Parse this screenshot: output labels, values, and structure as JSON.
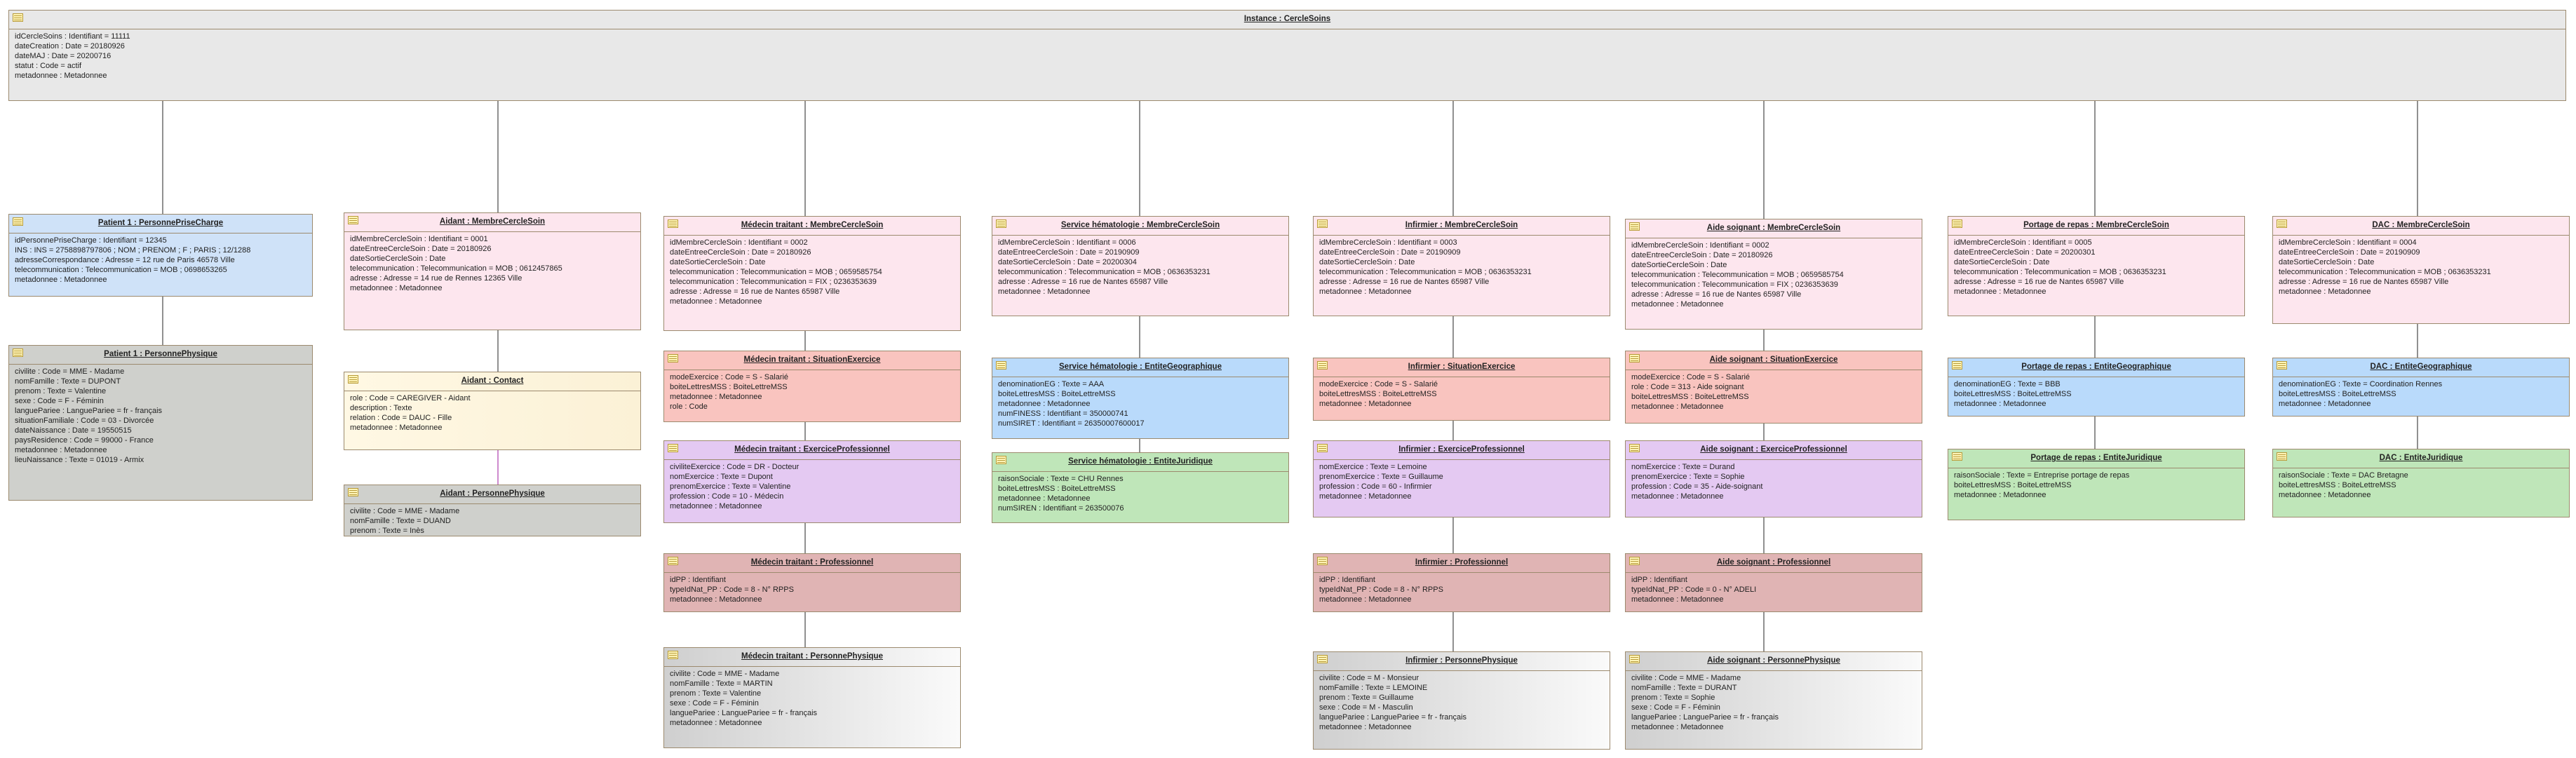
{
  "boxes": [
    {
      "title": "Instance : CercleSoins",
      "attrs": [
        "idCercleSoins : Identifiant = 11111",
        "dateCreation : Date = 20180926",
        "dateMAJ : Date = 20200716",
        "statut : Code = actif",
        "metadonnee : Metadonnee"
      ]
    },
    {
      "title": "Patient 1 : PersonnePriseCharge",
      "attrs": [
        "idPersonnePriseCharge : Identifiant = 12345",
        "INS : INS = 2758898797806 ; NOM ; PRENOM ; F ; PARIS ; 12/1288",
        "adresseCorrespondance : Adresse = 12 rue de Paris 46578 Ville",
        "telecommunication : Telecommunication = MOB ; 0698653265",
        "metadonnee : Metadonnee"
      ]
    },
    {
      "title": "Patient 1 : PersonnePhysique",
      "attrs": [
        "civilite : Code = MME - Madame",
        "nomFamille : Texte = DUPONT",
        "prenom : Texte = Valentine",
        "sexe : Code = F - Féminin",
        "languePariee : LanguePariee = fr - français",
        "situationFamiliale : Code = 03 - Divorcée",
        "dateNaissance : Date = 19550515",
        "paysResidence : Code = 99000 - France",
        "metadonnee : Metadonnee",
        "lieuNaissance : Texte = 01019 - Armix"
      ]
    },
    {
      "title": "Aidant : MembreCercleSoin",
      "attrs": [
        "idMembreCercleSoin : Identifiant = 0001",
        "dateEntreeCercleSoin : Date = 20180926",
        "dateSortieCercleSoin : Date",
        "telecommunication : Telecommunication = MOB ; 0612457865",
        "adresse : Adresse = 14 rue de Rennes 12365 Ville",
        "metadonnee : Metadonnee"
      ]
    },
    {
      "title": "Aidant : Contact",
      "attrs": [
        "role : Code = CAREGIVER - Aidant",
        "description : Texte",
        "relation : Code = DAUC - Fille",
        "metadonnee : Metadonnee"
      ]
    },
    {
      "title": "Aidant : PersonnePhysique",
      "attrs": [
        "civilite : Code = MME - Madame",
        "nomFamille : Texte = DUAND",
        "prenom : Texte = Inès"
      ]
    },
    {
      "title": "Médecin traitant : MembreCercleSoin",
      "attrs": [
        "idMembreCercleSoin : Identifiant = 0002",
        "dateEntreeCercleSoin : Date = 20180926",
        "dateSortieCercleSoin : Date",
        "telecommunication : Telecommunication = MOB ; 0659585754",
        "telecommunication : Telecommunication = FIX ; 0236353639",
        "adresse : Adresse = 16 rue de Nantes 65987 Ville",
        "metadonnee : Metadonnee"
      ]
    },
    {
      "title": "Médecin traitant : SituationExercice",
      "attrs": [
        "modeExercice : Code = S - Salarié",
        "boiteLettresMSS : BoiteLettreMSS",
        "metadonnee : Metadonnee",
        "role : Code"
      ]
    },
    {
      "title": "Médecin traitant : ExerciceProfessionnel",
      "attrs": [
        "civiliteExercice : Code = DR - Docteur",
        "nomExercice : Texte = Dupont",
        "prenomExercice : Texte = Valentine",
        "profession : Code = 10 - Médecin",
        "metadonnee : Metadonnee"
      ]
    },
    {
      "title": "Médecin traitant : Professionnel",
      "attrs": [
        "idPP : Identifiant",
        "typeIdNat_PP : Code = 8 - N° RPPS",
        "metadonnee : Metadonnee"
      ]
    },
    {
      "title": "Médecin traitant : PersonnePhysique",
      "attrs": [
        "civilite : Code = MME - Madame",
        "nomFamille : Texte = MARTIN",
        "prenom : Texte = Valentine",
        "sexe : Code = F - Féminin",
        "languePariee : LanguePariee = fr - français",
        "metadonnee : Metadonnee"
      ]
    },
    {
      "title": "Service hématologie : MembreCercleSoin",
      "attrs": [
        "idMembreCercleSoin : Identifiant = 0006",
        "dateEntreeCercleSoin : Date = 20190909",
        "dateSortieCercleSoin : Date = 20200304",
        "telecommunication : Telecommunication = MOB ; 0636353231",
        "adresse : Adresse = 16 rue de Nantes 65987 Ville",
        "metadonnee : Metadonnee"
      ]
    },
    {
      "title": "Service hématologie : EntiteGeographique",
      "attrs": [
        "denominationEG : Texte = AAA",
        "boiteLettresMSS : BoiteLettreMSS",
        "metadonnee : Metadonnee",
        "numFINESS : Identifiant = 350000741",
        "numSIRET : Identifiant = 26350007600017"
      ]
    },
    {
      "title": "Service hématologie : EntiteJuridique",
      "attrs": [
        "raisonSociale : Texte = CHU Rennes",
        "boiteLettresMSS : BoiteLettreMSS",
        "metadonnee : Metadonnee",
        "numSIREN : Identifiant = 263500076"
      ]
    },
    {
      "title": "Infirmier : MembreCercleSoin",
      "attrs": [
        "idMembreCercleSoin : Identifiant = 0003",
        "dateEntreeCercleSoin : Date = 20190909",
        "dateSortieCercleSoin : Date",
        "telecommunication : Telecommunication = MOB ; 0636353231",
        "adresse : Adresse = 16 rue de Nantes 65987 Ville",
        "metadonnee : Metadonnee"
      ]
    },
    {
      "title": "Infirmier : SituationExercice",
      "attrs": [
        "modeExercice : Code = S - Salarié",
        "boiteLettresMSS : BoiteLettreMSS",
        "metadonnee : Metadonnee"
      ]
    },
    {
      "title": "Infirmier : ExerciceProfessionnel",
      "attrs": [
        "nomExercice : Texte = Lemoine",
        "prenomExercice : Texte = Guillaume",
        "profession : Code = 60 - Infirmier",
        "metadonnee : Metadonnee"
      ]
    },
    {
      "title": "Infirmier : Professionnel",
      "attrs": [
        "idPP : Identifiant",
        "typeIdNat_PP : Code = 8 - N° RPPS",
        "metadonnee : Metadonnee"
      ]
    },
    {
      "title": "Infirmier : PersonnePhysique",
      "attrs": [
        "civilite : Code = M - Monsieur",
        "nomFamille : Texte = LEMOINE",
        "prenom : Texte = Guillaume",
        "sexe : Code = M - Masculin",
        "languePariee : LanguePariee = fr - français",
        "metadonnee : Metadonnee"
      ]
    },
    {
      "title": "Aide soignant : MembreCercleSoin",
      "attrs": [
        "idMembreCercleSoin : Identifiant = 0002",
        "dateEntreeCercleSoin : Date = 20180926",
        "dateSortieCercleSoin : Date",
        "telecommunication : Telecommunication = MOB ; 0659585754",
        "telecommunication : Telecommunication = FIX ; 0236353639",
        "adresse : Adresse = 16 rue de Nantes 65987 Ville",
        "metadonnee : Metadonnee"
      ]
    },
    {
      "title": "Aide soignant : SituationExercice",
      "attrs": [
        "modeExercice : Code = S - Salarié",
        "role : Code = 313 - Aide soignant",
        "boiteLettresMSS : BoiteLettreMSS",
        "metadonnee : Metadonnee"
      ]
    },
    {
      "title": "Aide soignant : ExerciceProfessionnel",
      "attrs": [
        "nomExercice : Texte = Durand",
        "prenomExercice : Texte = Sophie",
        "profession : Code = 35 - Aide-soignant",
        "metadonnee : Metadonnee"
      ]
    },
    {
      "title": "Aide soignant : Professionnel",
      "attrs": [
        "idPP : Identifiant",
        "typeIdNat_PP : Code = 0 - N° ADELI",
        "metadonnee : Metadonnee"
      ]
    },
    {
      "title": "Aide soignant : PersonnePhysique",
      "attrs": [
        "civilite : Code = MME - Madame",
        "nomFamille : Texte = DURANT",
        "prenom : Texte = Sophie",
        "sexe : Code = F - Féminin",
        "languePariee : LanguePariee = fr - français",
        "metadonnee : Metadonnee"
      ]
    },
    {
      "title": "Portage de repas : MembreCercleSoin",
      "attrs": [
        "idMembreCercleSoin : Identifiant = 0005",
        "dateEntreeCercleSoin : Date = 20200301",
        "dateSortieCercleSoin : Date",
        "telecommunication : Telecommunication = MOB ; 0636353231",
        "adresse : Adresse = 16 rue de Nantes 65987 Ville",
        "metadonnee : Metadonnee"
      ]
    },
    {
      "title": "Portage de repas : EntiteGeographique",
      "attrs": [
        "denominationEG : Texte = BBB",
        "boiteLettresMSS : BoiteLettreMSS",
        "metadonnee : Metadonnee"
      ]
    },
    {
      "title": "Portage de repas : EntiteJuridique",
      "attrs": [
        "raisonSociale : Texte = Entreprise portage de repas",
        "boiteLettresMSS : BoiteLettreMSS",
        "metadonnee : Metadonnee"
      ]
    },
    {
      "title": "DAC : MembreCercleSoin",
      "attrs": [
        "idMembreCercleSoin : Identifiant = 0004",
        "dateEntreeCercleSoin : Date = 20190909",
        "dateSortieCercleSoin : Date",
        "telecommunication : Telecommunication = MOB ; 0636353231",
        "adresse : Adresse = 16 rue de Nantes 65987 Ville",
        "metadonnee : Metadonnee"
      ]
    },
    {
      "title": "DAC : EntiteGeographique",
      "attrs": [
        "denominationEG : Texte = Coordination Rennes",
        "boiteLettresMSS : BoiteLettreMSS",
        "metadonnee : Metadonnee"
      ]
    },
    {
      "title": "DAC : EntiteJuridique",
      "attrs": [
        "raisonSociale : Texte = DAC Bretagne",
        "boiteLettresMSS : BoiteLettreMSS",
        "metadonnee : Metadonnee"
      ]
    }
  ]
}
